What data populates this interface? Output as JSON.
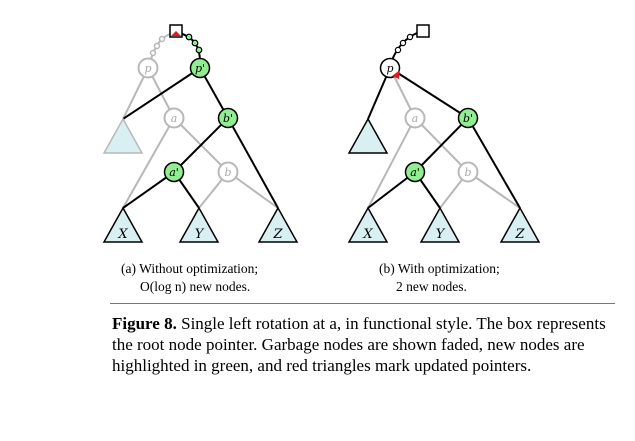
{
  "panels": [
    {
      "id": "a",
      "caption_line1": "(a) Without optimization;",
      "caption_line2": "O(log n) new nodes.",
      "labels": {
        "p": "p",
        "p_new": "p'",
        "a": "a",
        "b_new": "b'",
        "a_new": "a'",
        "b": "b",
        "X": "X",
        "Y": "Y",
        "Z": "Z"
      }
    },
    {
      "id": "b",
      "caption_line1": "(b) With optimization;",
      "caption_line2": "2 new nodes.",
      "labels": {
        "p": "p",
        "a": "a",
        "b_new": "b'",
        "a_new": "a'",
        "b": "b",
        "X": "X",
        "Y": "Y",
        "Z": "Z"
      }
    }
  ],
  "caption": {
    "figure_label": "Figure 8.",
    "text": "Single left rotation at a, in functional style. The box represents the root node pointer. Garbage nodes are shown faded, new nodes are highlighted in green, and red triangles mark updated pointers."
  },
  "colors": {
    "new_node": "#90ee90",
    "triangle": "#d8f0f2",
    "faded": "#b5b5b5",
    "pointer_mark": "#e11b1b",
    "edge": "#000000"
  }
}
